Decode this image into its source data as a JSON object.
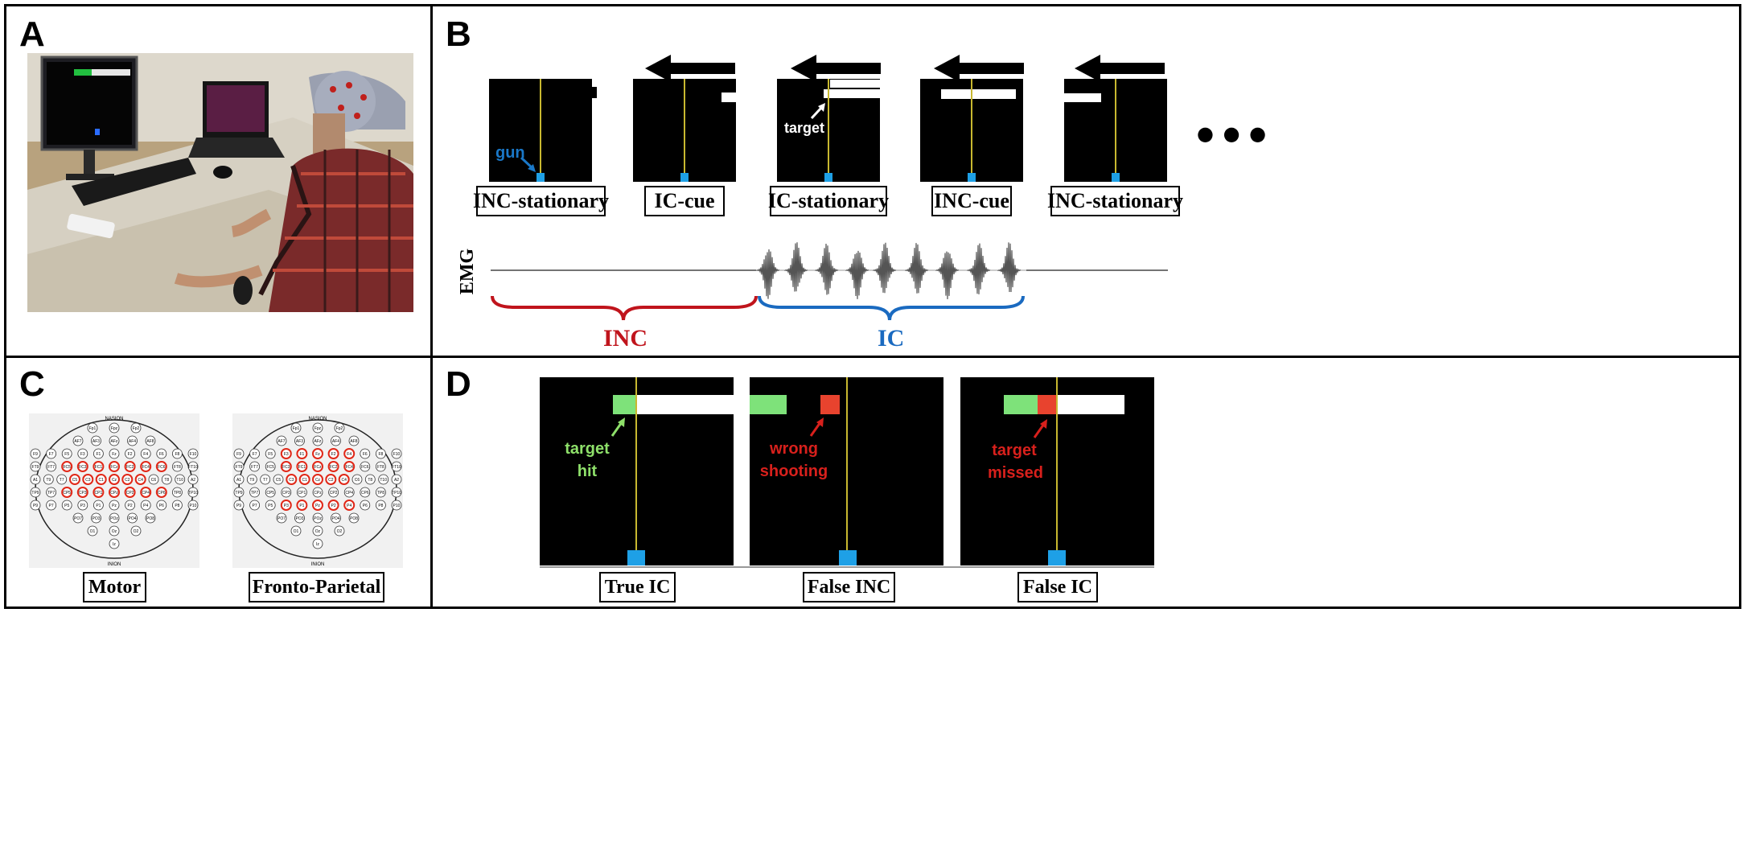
{
  "panels": {
    "a": "A",
    "b": "B",
    "c": "C",
    "d": "D"
  },
  "panel_b": {
    "conditions": [
      "INC-stationary",
      "IC-cue",
      "IC-stationary",
      "INC-cue",
      "INC-stationary"
    ],
    "gun_label": "gun",
    "target_label": "target",
    "ellipsis": "● ● ●",
    "emg_label": "EMG",
    "inc_label": "INC",
    "ic_label": "IC",
    "colors": {
      "inc": "#c0141c",
      "ic": "#1a6ac0",
      "gun": "#1ea0e6",
      "gun_text": "#1a78c8"
    }
  },
  "panel_c": {
    "montages": [
      "Motor",
      "Fronto-Parietal"
    ],
    "nasion": "NASION",
    "inion": "INION",
    "electrode_rows": [
      [
        "Fp1",
        "Fpz",
        "Fp2"
      ],
      [
        "AF7",
        "AF3",
        "AFz",
        "AF4",
        "AF8"
      ],
      [
        "F9",
        "F7",
        "F5",
        "F3",
        "F1",
        "Fz",
        "F2",
        "F4",
        "F6",
        "F8",
        "F10"
      ],
      [
        "FT9",
        "FT7",
        "FC5",
        "FC3",
        "FC1",
        "FCz",
        "FC2",
        "FC4",
        "FC6",
        "FT8",
        "FT10"
      ],
      [
        "A1",
        "T9",
        "T7",
        "C5",
        "C3",
        "C1",
        "Cz",
        "C2",
        "C4",
        "C6",
        "T8",
        "T10",
        "A2"
      ],
      [
        "TP9",
        "TP7",
        "CP5",
        "CP3",
        "CP1",
        "CPz",
        "CP2",
        "CP4",
        "CP6",
        "TP8",
        "TP10"
      ],
      [
        "P9",
        "P7",
        "P5",
        "P3",
        "P1",
        "Pz",
        "P2",
        "P4",
        "P6",
        "P8",
        "P10"
      ],
      [
        "PO7",
        "PO3",
        "POz",
        "PO4",
        "PO8"
      ],
      [
        "O1",
        "Oz",
        "O2"
      ],
      [
        "Iz"
      ]
    ]
  },
  "panel_d": {
    "outcomes": [
      "True IC",
      "False INC",
      "False IC"
    ],
    "notes": [
      {
        "line1": "target",
        "line2": "hit",
        "color": "#8ee06a"
      },
      {
        "line1": "wrong",
        "line2": "shooting",
        "color": "#d8201c"
      },
      {
        "line1": "target",
        "line2": "missed",
        "color": "#d8201c"
      }
    ],
    "colors": {
      "hit": "#7ee27a",
      "miss": "#e8432e"
    }
  }
}
